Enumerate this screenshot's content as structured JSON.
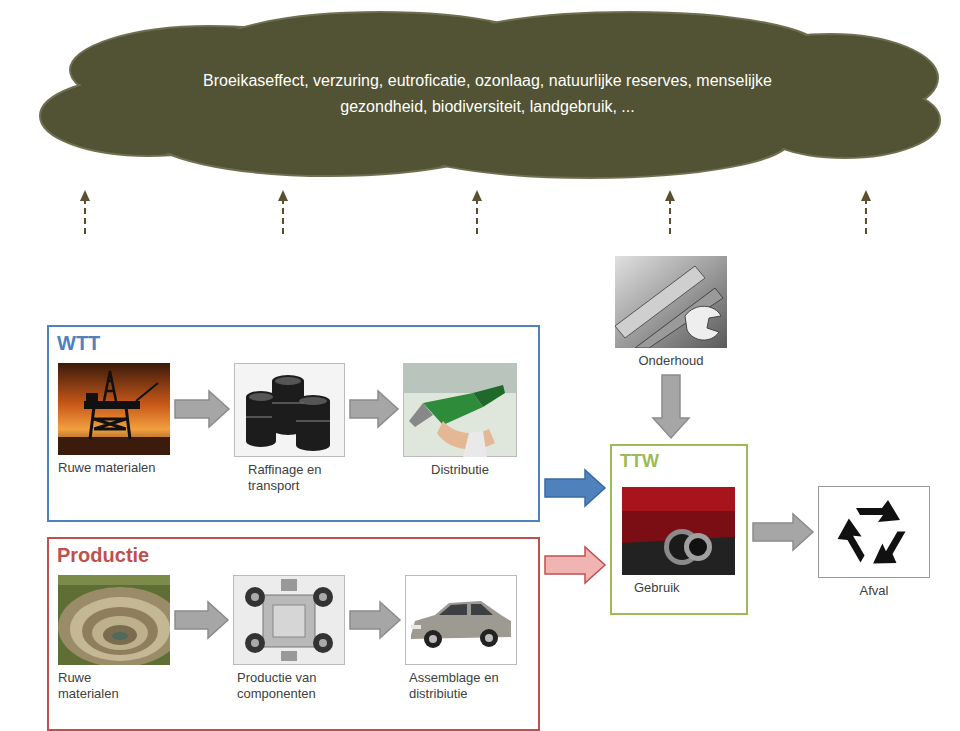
{
  "diagram": {
    "nodes": [
      {
        "text": [
          "Broeikaseffect, verzuring, eutroficatie, ozonlaag, natuurlijke reserves, menselijke gezondheid, biodiversiteit, landgebruik, ..."
        ]
      },
      {
        "text": [
          "WTT"
        ]
      },
      {
        "text": [
          "Ruwe materialen"
        ],
        "in": 1
      },
      {
        "text": [
          "Raffinage en transport"
        ],
        "in": 1
      },
      {
        "text": [
          "Distributie"
        ],
        "in": 1
      },
      {
        "text": [
          "Productie"
        ]
      },
      {
        "text": [
          "Ruwe materialen"
        ],
        "in": 5
      },
      {
        "text": [
          "Productie van componenten"
        ],
        "in": 5
      },
      {
        "text": [
          "Assemblage en distribiutie"
        ],
        "in": 5
      },
      {
        "text": [
          "Onderhoud"
        ]
      },
      {
        "text": [
          "TTW"
        ]
      },
      {
        "text": [
          "Gebruik"
        ],
        "in": 10
      },
      {
        "text": [
          "Afval"
        ]
      }
    ],
    "edges": [
      {
        "from": 2,
        "to": 3,
        "arrow": "to"
      },
      {
        "from": 3,
        "to": 4,
        "arrow": "to"
      },
      {
        "from": 6,
        "to": 7,
        "arrow": "to"
      },
      {
        "from": 7,
        "to": 8,
        "arrow": "to"
      },
      {
        "from": 1,
        "to": 10,
        "arrow": "to"
      },
      {
        "from": 5,
        "to": 10,
        "arrow": "to"
      },
      {
        "from": 9,
        "to": 10,
        "arrow": "to"
      },
      {
        "from": 10,
        "to": 12,
        "arrow": "to"
      }
    ]
  }
}
